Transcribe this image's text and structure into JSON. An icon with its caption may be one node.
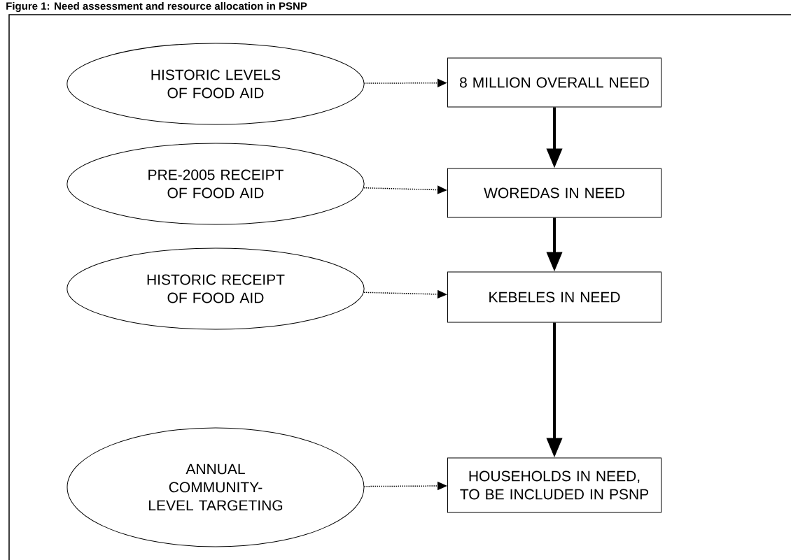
{
  "diagram": {
    "title": "Figure 1: Need assessment and resource allocation in PSNP",
    "nodes": [
      {
        "text": [
          "HISTORIC LEVELS OF FOOD AID"
        ]
      },
      {
        "text": [
          "8 MILLION OVERALL NEED"
        ]
      },
      {
        "text": [
          "PRE-2005 RECEIPT OF FOOD AID"
        ]
      },
      {
        "text": [
          "WOREDAS IN NEED"
        ]
      },
      {
        "text": [
          "HISTORIC RECEIPT OF FOOD AID"
        ]
      },
      {
        "text": [
          "KEBELES IN NEED"
        ]
      },
      {
        "text": [
          "ANNUAL COMMUNITY- LEVEL TARGETING"
        ]
      },
      {
        "text": [
          "HOUSEHOLDS IN NEED, TO BE INCLUDED IN PSNP"
        ]
      }
    ],
    "edges": [
      {
        "from": 0,
        "to": 1,
        "arrow": "to",
        "style": "dashed"
      },
      {
        "from": 2,
        "to": 3,
        "arrow": "to",
        "style": "dashed"
      },
      {
        "from": 4,
        "to": 5,
        "arrow": "to",
        "style": "dashed"
      },
      {
        "from": 6,
        "to": 7,
        "arrow": "to",
        "style": "dashed"
      },
      {
        "from": 1,
        "to": 3,
        "arrow": "to",
        "style": "thick"
      },
      {
        "from": 3,
        "to": 5,
        "arrow": "to",
        "style": "thick"
      },
      {
        "from": 5,
        "to": 7,
        "arrow": "to",
        "style": "thick"
      }
    ]
  }
}
